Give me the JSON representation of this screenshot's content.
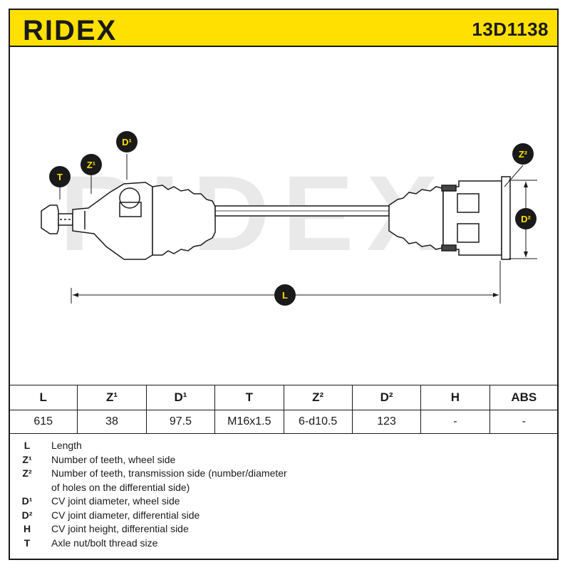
{
  "header": {
    "brand": "RIDEX",
    "part_number": "13D1138",
    "brand_color": "#ffe000"
  },
  "diagram": {
    "watermark": "RIDEX",
    "labels": {
      "T": "T",
      "Z1": "Z¹",
      "D1": "D¹",
      "Z2": "Z²",
      "D2": "D²",
      "L": "L"
    }
  },
  "table": {
    "headers": [
      "L",
      "Z¹",
      "D¹",
      "T",
      "Z²",
      "D²",
      "H",
      "ABS"
    ],
    "values": [
      "615",
      "38",
      "97.5",
      "M16x1.5",
      "6-d10.5",
      "123",
      "-",
      "-"
    ]
  },
  "legend": [
    {
      "key": "L",
      "text": "Length"
    },
    {
      "key": "Z¹",
      "text": "Number of teeth, wheel side"
    },
    {
      "key": "Z²",
      "text": "Number of teeth, transmission side (number/diameter"
    },
    {
      "key": "",
      "text": "of holes on the differential side)"
    },
    {
      "key": "D¹",
      "text": "CV joint diameter, wheel side"
    },
    {
      "key": "D²",
      "text": "CV joint diameter, differential side"
    },
    {
      "key": "H",
      "text": "CV joint height, differential side"
    },
    {
      "key": "T",
      "text": "Axle nut/bolt thread size"
    }
  ]
}
